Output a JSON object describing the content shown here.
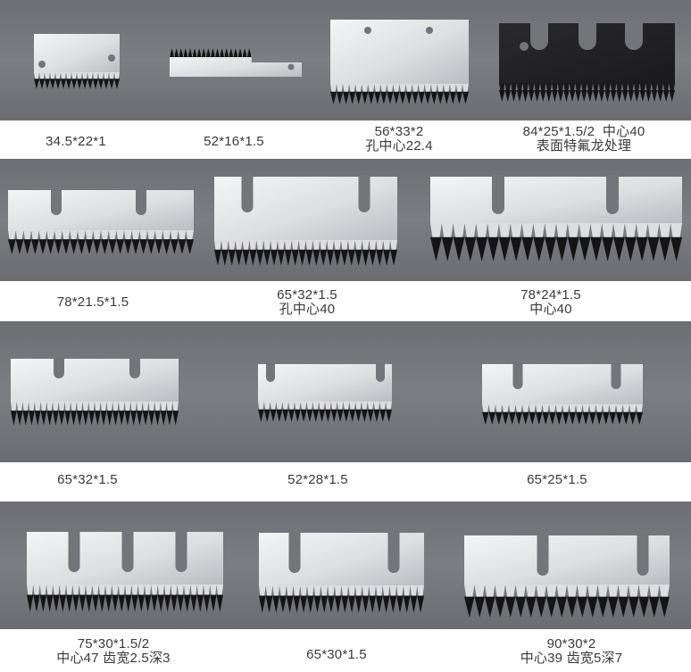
{
  "colors": {
    "band": "#74757b",
    "caption_text": "#3a3a3a",
    "steel_light": "#f4f5f6",
    "steel_mid": "#dcdee1",
    "steel_dark": "#b9bcc1",
    "tooth_dark": "#141416",
    "teflon_black": "#1a1a1c"
  },
  "products": [
    {
      "lines": [
        "34.5*22*1"
      ]
    },
    {
      "lines": [
        "52*16*1.5"
      ]
    },
    {
      "lines": [
        "56*33*2",
        "孔中心22.4"
      ]
    },
    {
      "lines": [
        "84*25*1.5/2  中心40",
        "表面特氟龙处理"
      ]
    },
    {
      "lines": [
        "78*21.5*1.5"
      ]
    },
    {
      "lines": [
        "65*32*1.5",
        "孔中心40"
      ]
    },
    {
      "lines": [
        "78*24*1.5",
        "中心40"
      ]
    },
    {
      "lines": [
        "65*32*1.5"
      ]
    },
    {
      "lines": [
        "52*28*1.5"
      ]
    },
    {
      "lines": [
        "65*25*1.5"
      ]
    },
    {
      "lines": [
        "75*30*1.5/2",
        "中心47 齿宽2.5深3"
      ]
    },
    {
      "lines": [
        "65*30*1.5"
      ]
    },
    {
      "lines": [
        "90*30*2",
        "中心39 齿宽5深7"
      ]
    }
  ]
}
